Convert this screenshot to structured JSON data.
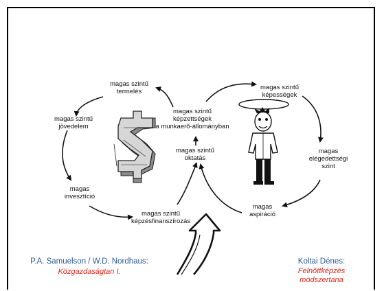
{
  "diagram": {
    "left_cycle": {
      "production": [
        "magas szintű",
        "termelés"
      ],
      "income": [
        "magas szintű",
        "jövedelem"
      ],
      "investment": [
        "magas",
        "invesztíció"
      ],
      "financing": [
        "magas szintű",
        "képzésfinanszírozás"
      ]
    },
    "center": {
      "skills": [
        "magas szintű",
        "képzettségek",
        "a munkaerő-állományban"
      ],
      "education": [
        "magas szintű",
        "oktatás"
      ]
    },
    "right_cycle": {
      "abilities": [
        "magas szintű",
        "képességek"
      ],
      "satisfaction": [
        "magas",
        "elégedettségi",
        "szint"
      ],
      "aspiration": [
        "magas",
        "aspiráció"
      ]
    }
  },
  "credits": {
    "left_author": "P.A. Samuelson / W.D. Nordhaus:",
    "left_title": "Közgazdaságtan I.",
    "right_author": "Koltai Dénes:",
    "right_title": [
      "Felnőttképzés",
      "módszertana"
    ]
  },
  "colors": {
    "author": "#2f5b99",
    "title": "#e0261b"
  }
}
